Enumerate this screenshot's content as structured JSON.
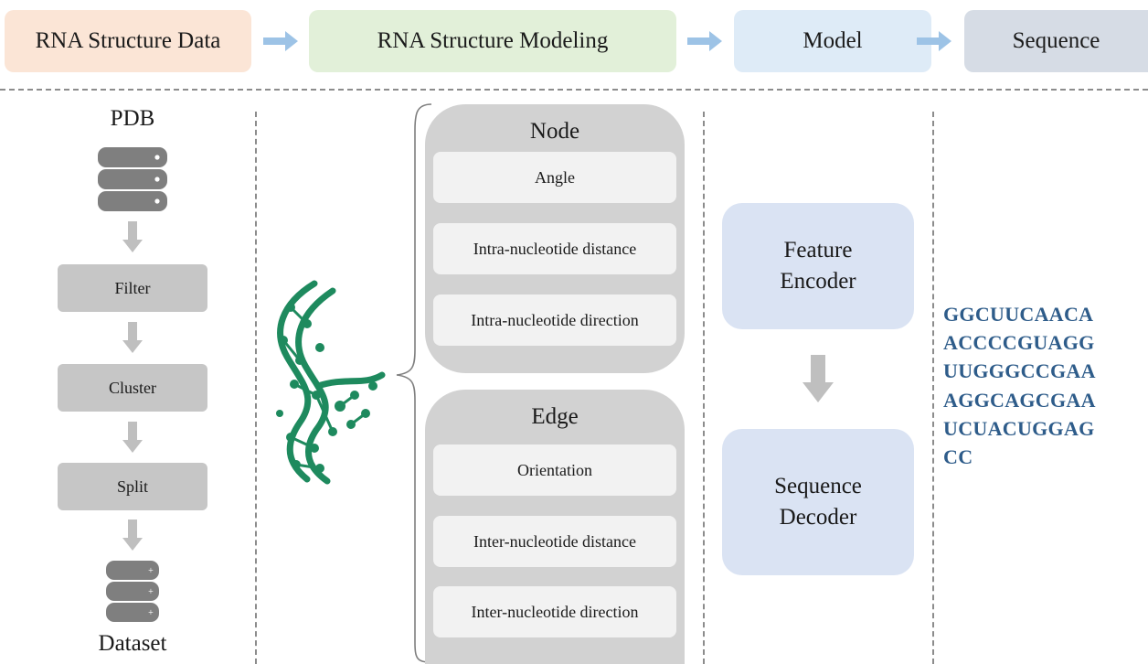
{
  "pipeline": {
    "step1": "RNA Structure Data",
    "step2": "RNA Structure Modeling",
    "step3": "Model",
    "step4": "Sequence",
    "colors": {
      "step1": "#fbe5d6",
      "step2": "#e2f0d9",
      "step3": "#deebf7",
      "step4": "#d6dce5",
      "arrow": "#9dc3e6"
    }
  },
  "data_column": {
    "source_label": "PDB",
    "steps": [
      "Filter",
      "Cluster",
      "Split"
    ],
    "output_label": "Dataset"
  },
  "modeling": {
    "node_panel": {
      "title": "Node",
      "features": [
        "Angle",
        "Intra-nucleotide distance",
        "Intra-nucleotide direction"
      ]
    },
    "edge_panel": {
      "title": "Edge",
      "features": [
        "Orientation",
        "Inter-nucleotide distance",
        "Inter-nucleotide direction"
      ]
    },
    "structure_color": "#1e8a5e"
  },
  "model": {
    "encoder_label": "Feature Encoder",
    "decoder_label": "Sequence Decoder"
  },
  "sequence": {
    "lines": [
      "GGCUUCAACA",
      "ACCCCGUAGG",
      "UUGGGCCGAA",
      "AGGCAGCGAA",
      "UCUACUGGAG",
      "CC"
    ],
    "color": "#2e5c8a"
  }
}
